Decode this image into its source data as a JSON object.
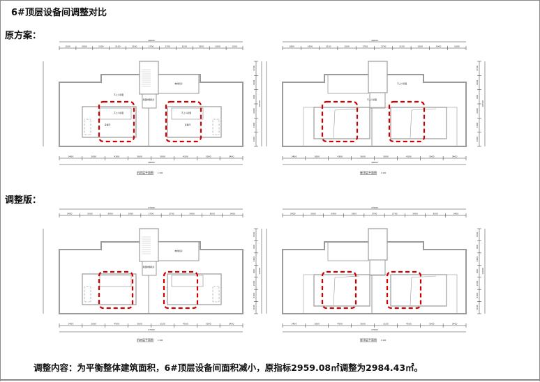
{
  "title": "6#顶层设备间调整对比",
  "sections": {
    "original": "原方案：",
    "adjusted": "调整版："
  },
  "note": "调整内容：为平衡整体建筑面积，6#顶层设备间面积减小，原指标2959.08㎡调整为2984.43㎡。",
  "colors": {
    "highlight": "#cc0000",
    "wall": "#9a9a9a",
    "dim": "#333333"
  },
  "plans": [
    {
      "name": "original-machine-room-plan",
      "caption": "机房层平面图",
      "scale": "1:100",
      "total_top": "28600",
      "total_bottom": "28600",
      "dims_top": [
        "1500",
        "3000",
        "1500",
        "3150",
        "1500",
        "2700",
        "2700",
        "3150",
        "1500",
        "3000",
        "1500"
      ],
      "dims_bottom": [
        "3400",
        "3000",
        "4300",
        "3000",
        "3000",
        "4300",
        "3000",
        "3400"
      ],
      "dims_right": [
        "1700",
        "1200",
        "600",
        "2000",
        "3400",
        "1500"
      ],
      "total_right": "10500",
      "room_labels": [
        "电梯机房",
        "屋面排烟机房",
        "不上人屋面",
        "不上人屋面",
        "不上人屋面",
        "设备间",
        "设备间"
      ]
    },
    {
      "name": "original-roof-plan",
      "caption": "屋顶层平面图",
      "scale": "1:100",
      "total_top": "28600",
      "total_bottom": "28600",
      "dims_top": [
        "1800",
        "1900",
        "3150",
        "1500",
        "2700",
        "2700",
        "3150",
        "1500",
        "1900",
        "1800"
      ],
      "dims_bottom": [
        "3400",
        "3000",
        "4300",
        "3000",
        "3000",
        "4300",
        "3000",
        "3400"
      ],
      "dims_right": [
        "1700",
        "1200",
        "600",
        "2000",
        "3400",
        "1500"
      ],
      "total_right": "10500",
      "room_labels": [
        "不上人屋面",
        "不上人屋面"
      ]
    },
    {
      "name": "adjusted-machine-room-plan",
      "caption": "机房层平面图",
      "scale": "1:100",
      "total_top": "27600",
      "total_bottom": "27600",
      "dims_top": [
        "3400",
        "3000",
        "3400",
        "1950",
        "2700",
        "2700",
        "3400",
        "3000",
        "3400"
      ],
      "dims_bottom": [
        "3400",
        "3000",
        "4500",
        "3000",
        "3100",
        "4500",
        "3000",
        "3400"
      ],
      "dims_right": [
        "1700",
        "600",
        "2400",
        "900",
        "2700",
        "2300",
        "1500"
      ],
      "total_right": "12000",
      "room_labels": [
        "电梯机房",
        "屋面排烟机房"
      ]
    },
    {
      "name": "adjusted-roof-plan",
      "caption": "屋顶层平面图",
      "scale": "1:100",
      "total_top": "27600",
      "total_bottom": "27600",
      "dims_top": [
        "3400",
        "3000",
        "3400",
        "1950",
        "2700",
        "2700",
        "3400",
        "3000",
        "3400"
      ],
      "dims_bottom": [
        "3400",
        "3000",
        "4500",
        "3000",
        "3100",
        "4500",
        "3000",
        "3400"
      ],
      "dims_right": [
        "1700",
        "900",
        "2400",
        "900",
        "2700",
        "2300",
        "1500"
      ],
      "total_right": "12000",
      "room_labels": []
    }
  ]
}
